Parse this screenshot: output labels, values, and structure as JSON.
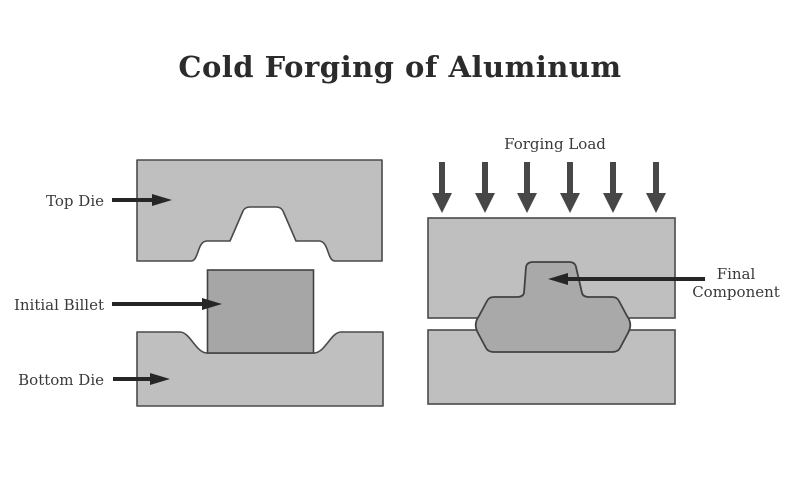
{
  "title": "Cold Forging of Aluminum",
  "colors": {
    "background": "#ffffff",
    "die_fill": "#bfbfbf",
    "die_outline": "#4a4a4a",
    "billet_fill": "#a6a6a6",
    "component_fill": "#a9a9a9",
    "component_outline": "#424242",
    "label_arrow": "#262626",
    "load_arrow": "#474747",
    "label_text": "#3a3a3a",
    "title_text": "#2b2b2b"
  },
  "left_panel": {
    "top_die_label": "Top Die",
    "initial_billet_label": "Initial Billet",
    "bottom_die_label": "Bottom Die"
  },
  "right_panel": {
    "forging_load_label": "Forging Load",
    "final_component_label": "Final Component"
  }
}
